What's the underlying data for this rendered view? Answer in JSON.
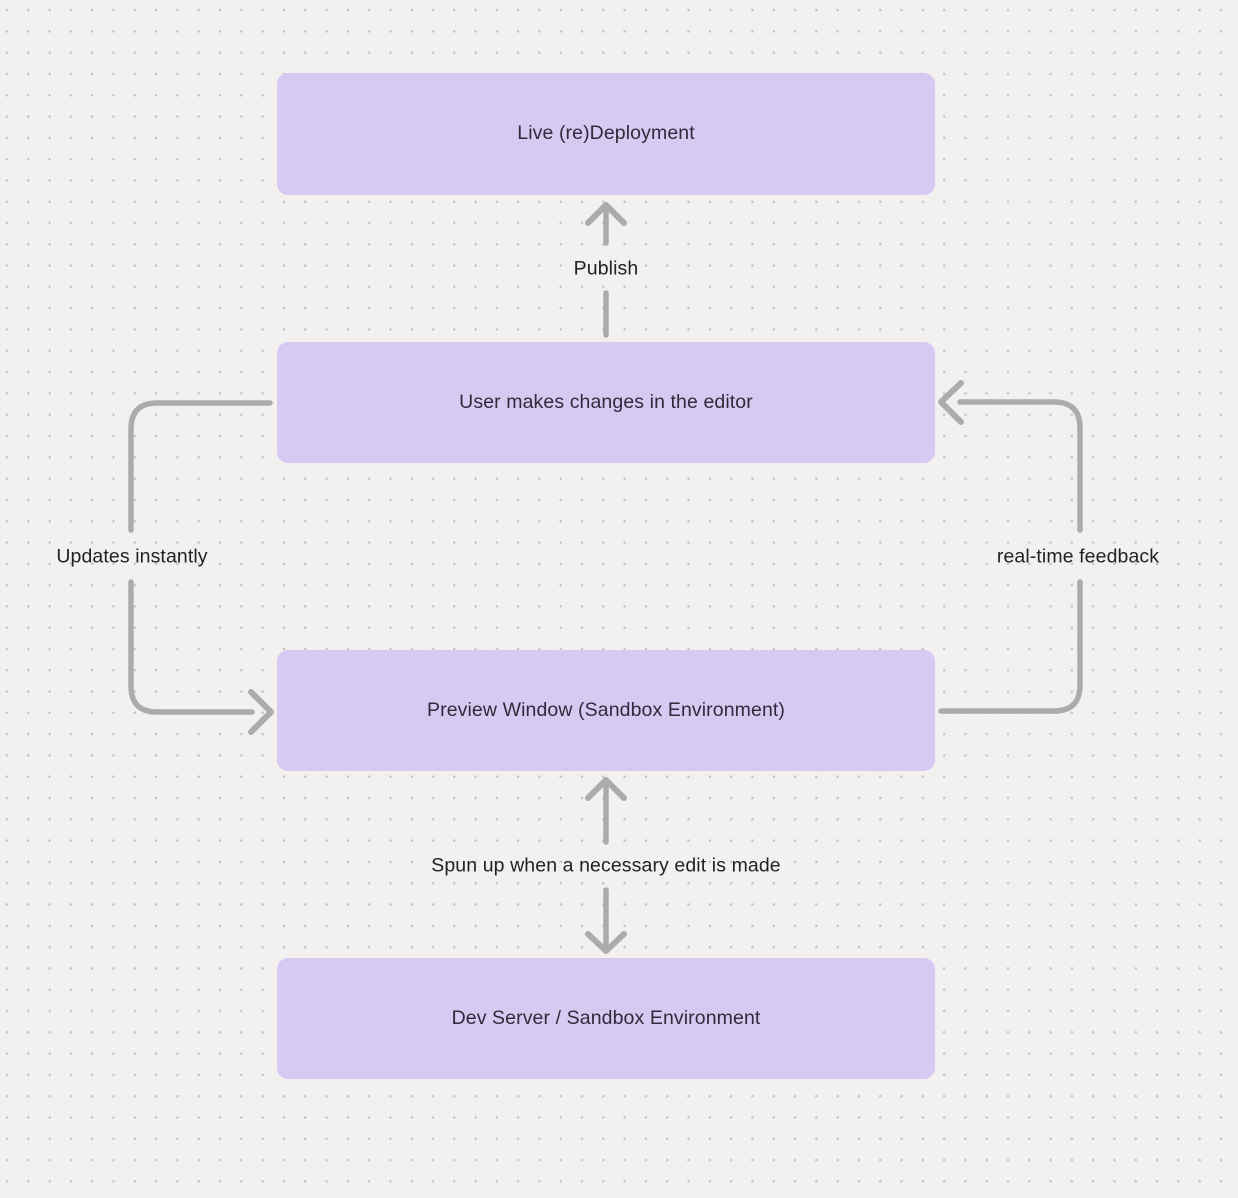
{
  "canvas": {
    "background_color": "#f2f1f0",
    "dot_color": "#c7c6c4",
    "connector_color": "#acabaa",
    "node_text_color": "#2e2b3b",
    "label_text_color": "#222127"
  },
  "diagram": {
    "nodes": [
      {
        "id": "live-redeployment",
        "label": "Live (re)Deployment",
        "fill": "#d7caf2"
      },
      {
        "id": "user-edits",
        "label": "User makes changes in the editor",
        "fill": "#d7caf2"
      },
      {
        "id": "preview-window",
        "label": "Preview Window (Sandbox Environment)",
        "fill": "#d7caf2"
      },
      {
        "id": "dev-server",
        "label": "Dev Server / Sandbox Environment",
        "fill": "#d7caf2"
      }
    ],
    "edges": [
      {
        "id": "publish",
        "label": "Publish",
        "from": "user-edits",
        "to": "live-redeployment",
        "direction": "up"
      },
      {
        "id": "updates-instantly",
        "label": "Updates instantly",
        "from": "user-edits",
        "to": "preview-window",
        "direction": "left-loop-down"
      },
      {
        "id": "real-time-feedback",
        "label": "real-time feedback",
        "from": "preview-window",
        "to": "user-edits",
        "direction": "right-loop-up"
      },
      {
        "id": "spun-up",
        "label": "Spun up when a necessary edit is made",
        "from": "preview-window",
        "to": "dev-server",
        "direction": "bidirectional-vertical"
      }
    ]
  }
}
